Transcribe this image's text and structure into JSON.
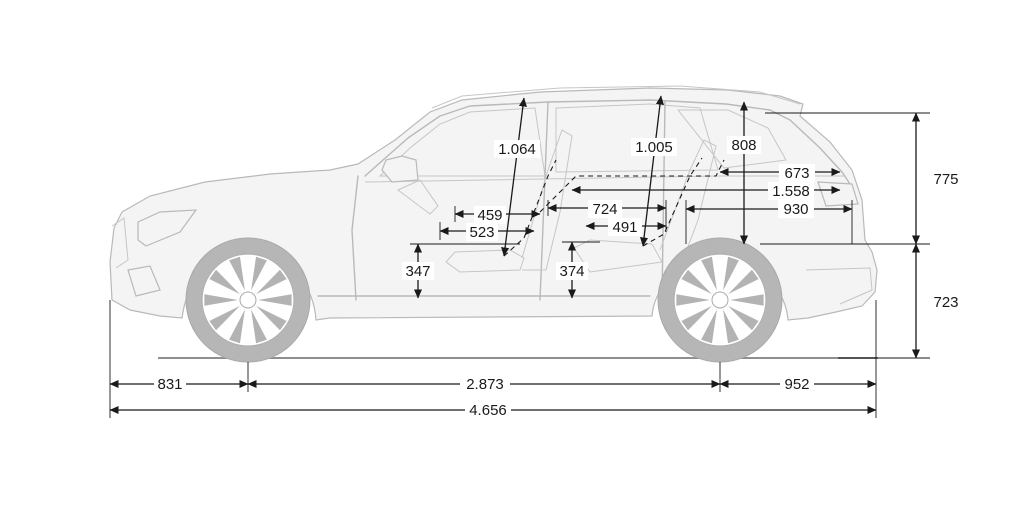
{
  "dimensions": {
    "overall_length": "4.656",
    "front_overhang": "831",
    "wheelbase": "2.873",
    "rear_overhang": "952",
    "height_upper": "775",
    "height_lower": "723",
    "headroom_front": "1.064",
    "headroom_rear": "1.005",
    "cargo_height": "808",
    "cargo_length_short": "673",
    "cargo_length_long": "1.558",
    "front_seat_depth": "459",
    "front_seat_cushion": "523",
    "rear_legroom": "724",
    "rear_seat_cushion": "491",
    "cargo_floor": "930",
    "front_seat_height": "347",
    "rear_seat_height": "374"
  },
  "colors": {
    "outline": "#b9b9b9",
    "tyre": "#b6b6b6",
    "dimension_line": "#1a1a1a",
    "ground": "#8f8f8f"
  }
}
